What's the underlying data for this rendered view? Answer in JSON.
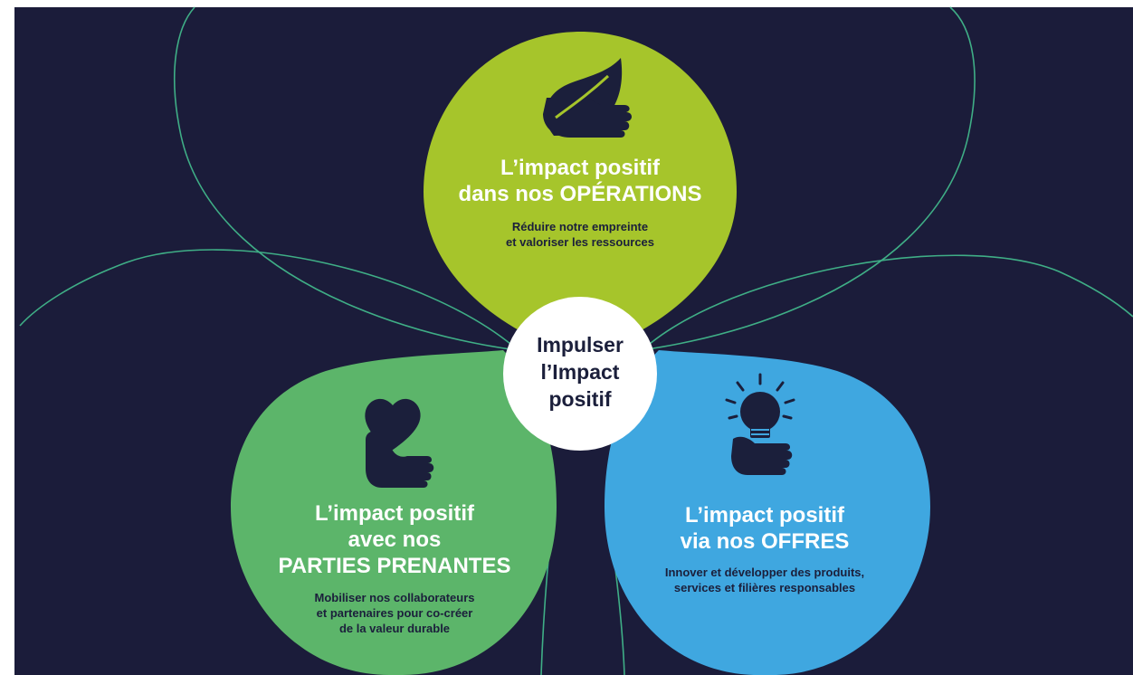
{
  "colors": {
    "background": "#1b1c3a",
    "outline": "#3fae86",
    "operations": "#a6c52b",
    "stakeholders": "#5cb56a",
    "offers": "#3fa7e0",
    "hub": "#ffffff",
    "dark": "#1b1f3b"
  },
  "hub": {
    "lines": [
      "Impulser",
      "l’Impact",
      "positif"
    ]
  },
  "petals": {
    "operations": {
      "icon": "leaf-hand-icon",
      "title": [
        "L’impact positif",
        "dans nos OPÉRATIONS"
      ],
      "subtitle": [
        "Réduire notre empreinte",
        "et valoriser les ressources"
      ]
    },
    "stakeholders": {
      "icon": "heart-hand-icon",
      "title": [
        "L’impact positif",
        "avec nos",
        "PARTIES PRENANTES"
      ],
      "subtitle": [
        "Mobiliser nos collaborateurs",
        "et partenaires pour co-créer",
        "de la valeur durable"
      ]
    },
    "offers": {
      "icon": "lightbulb-hand-icon",
      "title": [
        "L’impact positif",
        "via nos OFFRES"
      ],
      "subtitle": [
        "Innover et développer des produits,",
        "services et filières responsables"
      ]
    }
  }
}
